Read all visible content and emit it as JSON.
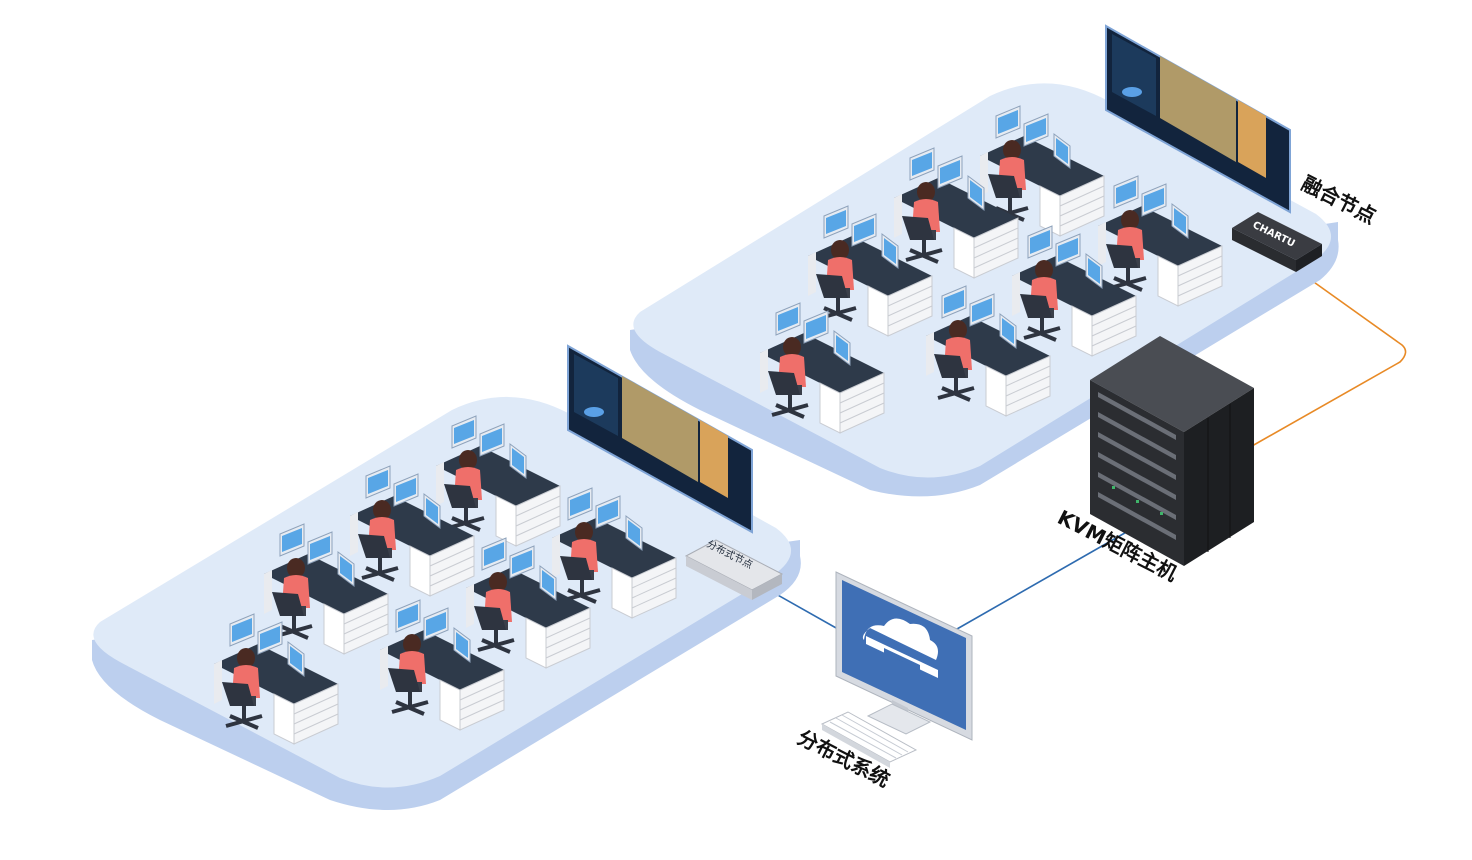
{
  "labels": {
    "fusion_node": "融合节点",
    "kvm_matrix": "KVM矩阵主机",
    "distributed_system": "分布式系统",
    "distributed_node_device": "分布式节点",
    "brand": "CHARTU"
  },
  "colors": {
    "platform_top": "#dfeaf8",
    "platform_side": "#bccfee",
    "link_fusion": "#e88a26",
    "link_distributed": "#2e6bb0",
    "cabinet": "#2b2d31"
  }
}
